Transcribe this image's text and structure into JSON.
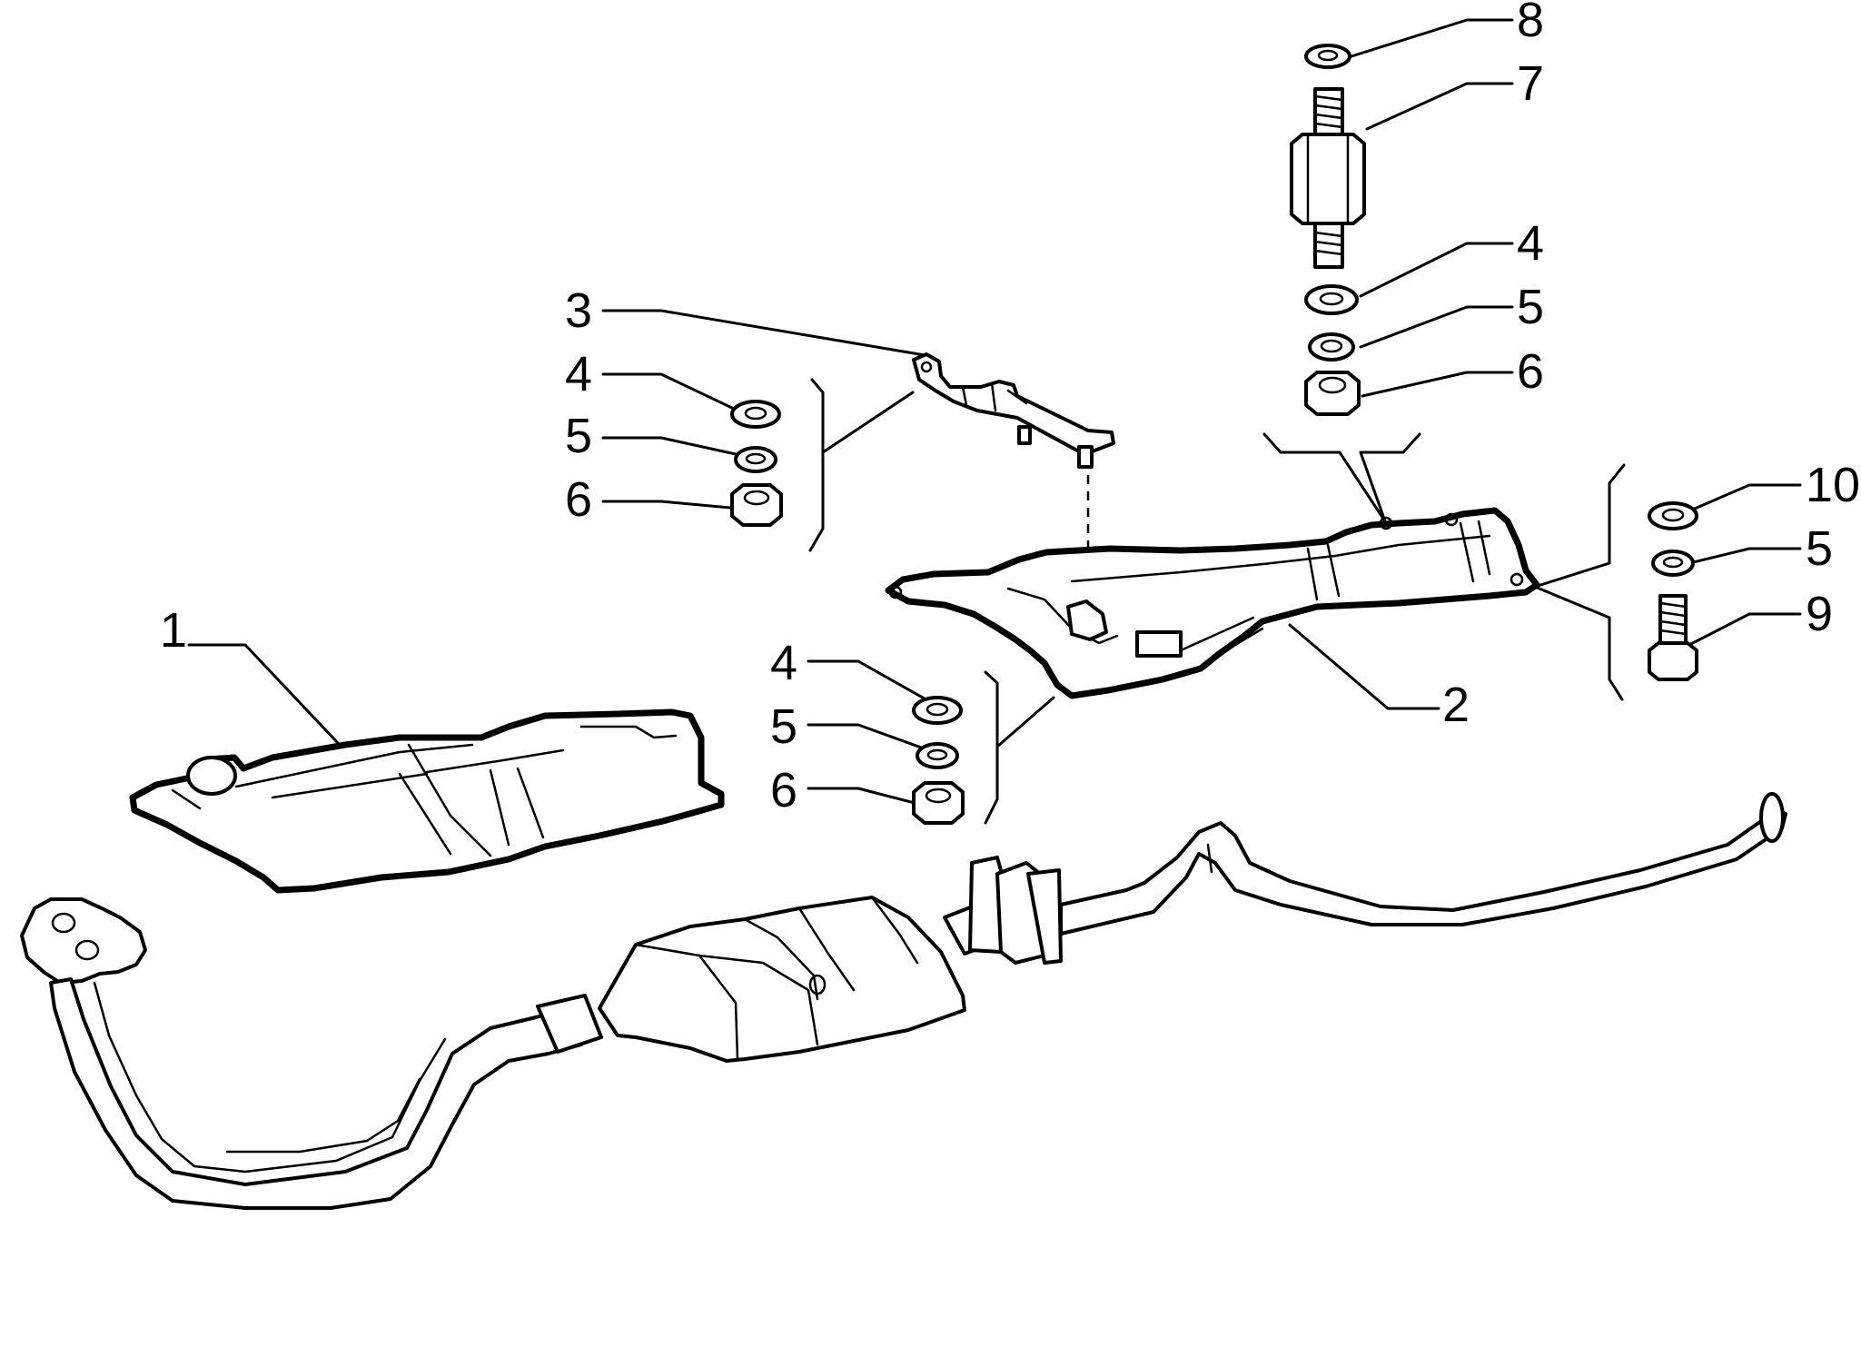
{
  "diagram": {
    "callouts": [
      {
        "id": "c-8",
        "label": "8"
      },
      {
        "id": "c-7",
        "label": "7"
      },
      {
        "id": "c-4a",
        "label": "4"
      },
      {
        "id": "c-5a",
        "label": "5"
      },
      {
        "id": "c-6a",
        "label": "6"
      },
      {
        "id": "c-3",
        "label": "3"
      },
      {
        "id": "c-4b",
        "label": "4"
      },
      {
        "id": "c-5b",
        "label": "5"
      },
      {
        "id": "c-6b",
        "label": "6"
      },
      {
        "id": "c-10",
        "label": "10"
      },
      {
        "id": "c-5c",
        "label": "5"
      },
      {
        "id": "c-9",
        "label": "9"
      },
      {
        "id": "c-1",
        "label": "1"
      },
      {
        "id": "c-2",
        "label": "2"
      },
      {
        "id": "c-4c",
        "label": "4"
      },
      {
        "id": "c-5d",
        "label": "5"
      },
      {
        "id": "c-6c",
        "label": "6"
      }
    ]
  }
}
